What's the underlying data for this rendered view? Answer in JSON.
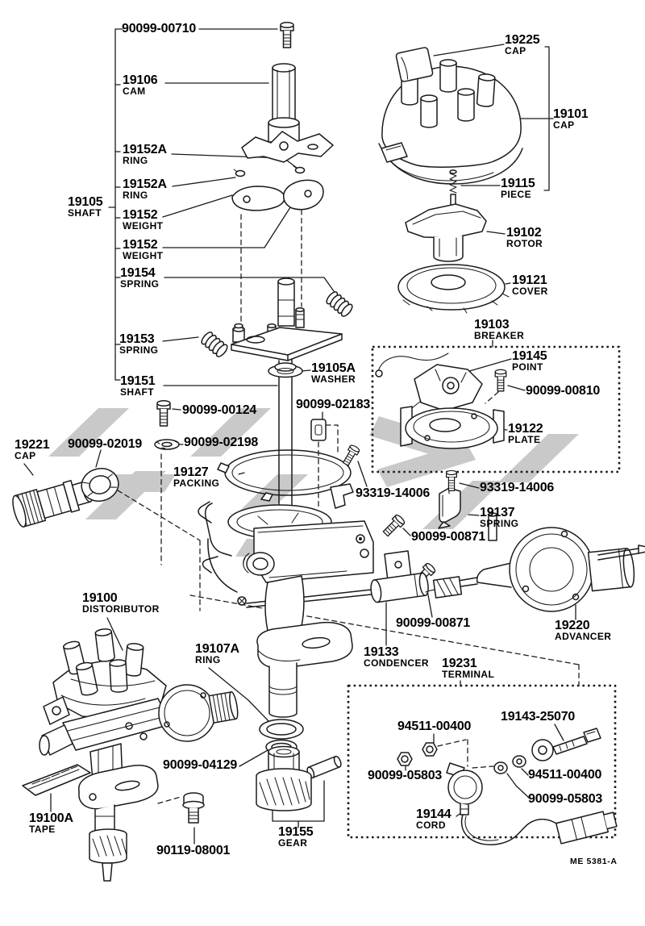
{
  "diagram_type": "exploded-parts-diagram",
  "colors": {
    "line": "#1a1a1a",
    "watermark": "#c9c9c9",
    "background": "#ffffff"
  },
  "footer": {
    "doc_code": "ME 5381-A"
  },
  "labels": [
    {
      "number": "90099-00710"
    },
    {
      "number": "19106",
      "name": "CAM"
    },
    {
      "number": "19152A",
      "name": "RING"
    },
    {
      "number": "19152A",
      "name": "RING"
    },
    {
      "number": "19105",
      "name": "SHAFT"
    },
    {
      "number": "19152",
      "name": "WEIGHT"
    },
    {
      "number": "19152",
      "name": "WEIGHT"
    },
    {
      "number": "19154",
      "name": "SPRING"
    },
    {
      "number": "19153",
      "name": "SPRING"
    },
    {
      "number": "19151",
      "name": "SHAFT"
    },
    {
      "number": "19225",
      "name": "CAP"
    },
    {
      "number": "19101",
      "name": "CAP"
    },
    {
      "number": "19115",
      "name": "PIECE"
    },
    {
      "number": "19102",
      "name": "ROTOR"
    },
    {
      "number": "19121",
      "name": "COVER"
    },
    {
      "number": "19103",
      "name": "BREAKER"
    },
    {
      "number": "19145",
      "name": "POINT"
    },
    {
      "number": "90099-00810"
    },
    {
      "number": "19122",
      "name": "PLATE"
    },
    {
      "number": "19105A",
      "name": "WASHER"
    },
    {
      "number": "90099-00124"
    },
    {
      "number": "90099-02183"
    },
    {
      "number": "19221",
      "name": "CAP"
    },
    {
      "number": "90099-02019"
    },
    {
      "number": "90099-02198"
    },
    {
      "number": "19127",
      "name": "PACKING"
    },
    {
      "number": "93319-14006"
    },
    {
      "number": "93319-14006"
    },
    {
      "number": "19137",
      "name": "SPRING"
    },
    {
      "number": "90099-00871"
    },
    {
      "number": "19100",
      "name": "DISTORIBUTOR"
    },
    {
      "number": "90099-00871"
    },
    {
      "number": "19220",
      "name": "ADVANCER"
    },
    {
      "number": "19107A",
      "name": "RING"
    },
    {
      "number": "19133",
      "name": "CONDENCER"
    },
    {
      "number": "19231",
      "name": "TERMINAL"
    },
    {
      "number": "94511-00400"
    },
    {
      "number": "19143-25070"
    },
    {
      "number": "90099-05803"
    },
    {
      "number": "94511-00400"
    },
    {
      "number": "90099-05803"
    },
    {
      "number": "19144",
      "name": "CORD"
    },
    {
      "number": "90099-04129"
    },
    {
      "number": "19100A",
      "name": "TAPE"
    },
    {
      "number": "90119-08001"
    },
    {
      "number": "19155",
      "name": "GEAR"
    }
  ]
}
